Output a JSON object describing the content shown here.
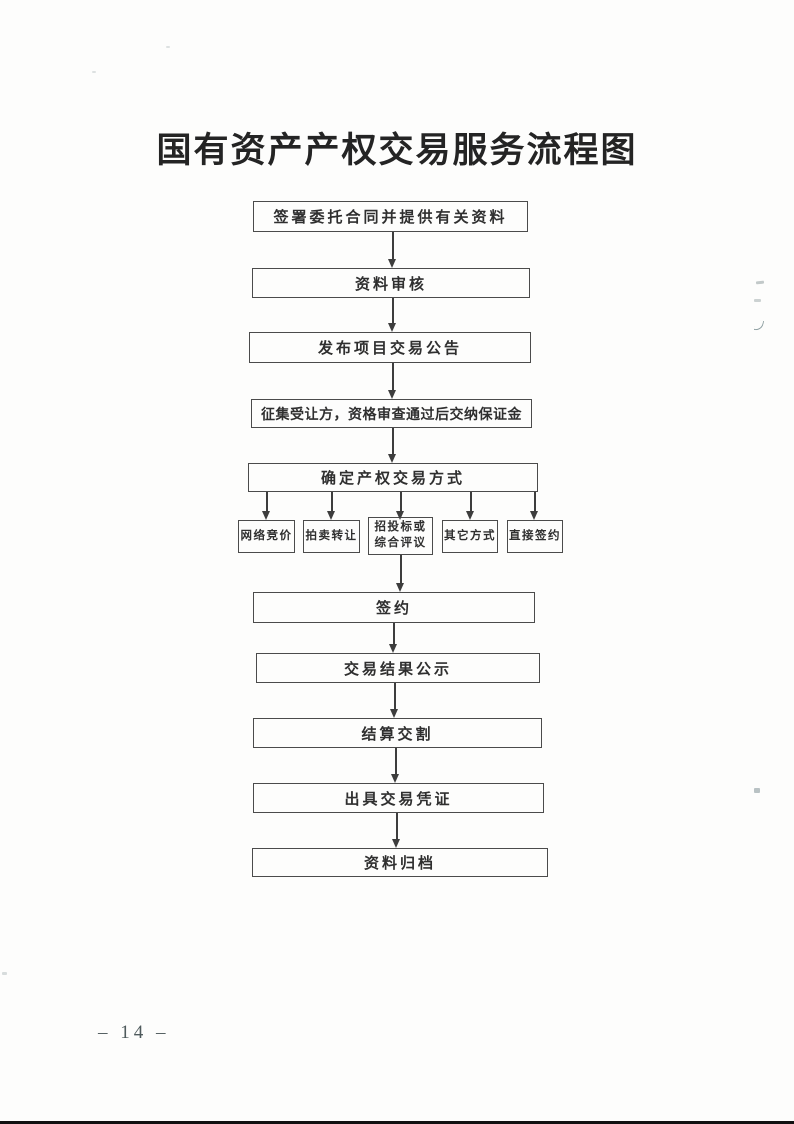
{
  "page": {
    "title": "国有资产产权交易服务流程图",
    "page_number": "– 14 –"
  },
  "flowchart": {
    "steps": [
      {
        "label": "签署委托合同并提供有关资料"
      },
      {
        "label": "资料审核"
      },
      {
        "label": "发布项目交易公告"
      },
      {
        "label": "征集受让方，资格审查通过后交纳保证金"
      },
      {
        "label": "确定产权交易方式"
      },
      {
        "label": "签约"
      },
      {
        "label": "交易结果公示"
      },
      {
        "label": "结算交割"
      },
      {
        "label": "出具交易凭证"
      },
      {
        "label": "资料归档"
      }
    ],
    "methods": [
      {
        "label": "网络竞价"
      },
      {
        "label": "拍卖转让"
      },
      {
        "line1": "招投标或",
        "line2": "综合评议"
      },
      {
        "label": "其它方式"
      },
      {
        "label": "直接签约"
      }
    ]
  },
  "colors": {
    "box_border": "#4b4b4b",
    "text": "#2f2f2f",
    "arrow": "#3d3d3d",
    "scan_edge": "#111111"
  }
}
